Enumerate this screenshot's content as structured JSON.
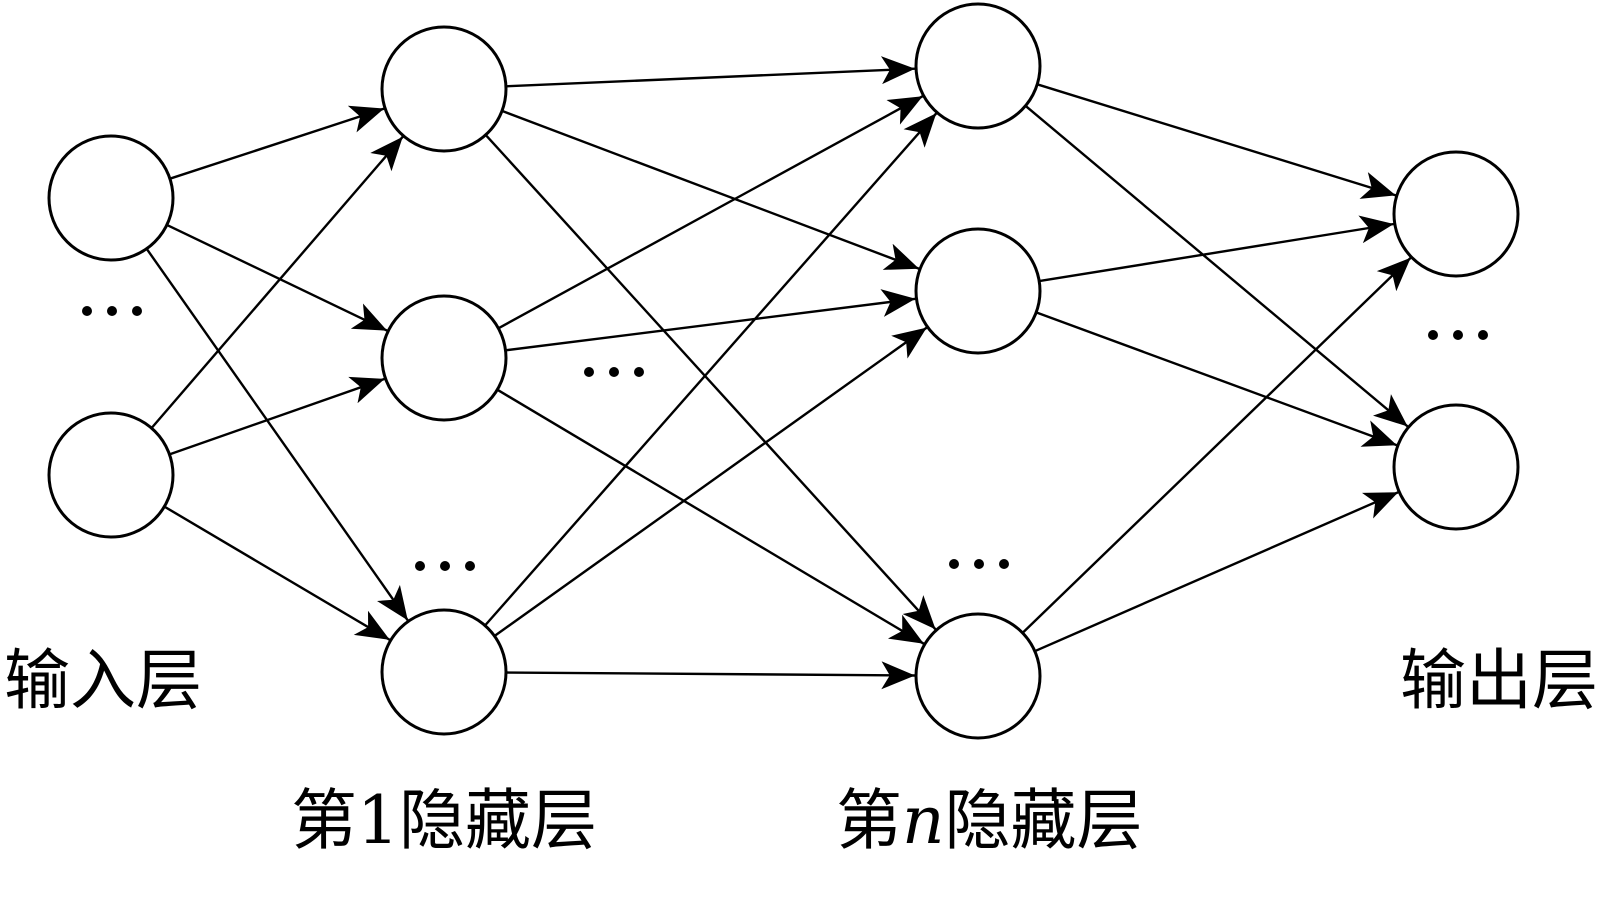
{
  "layers": {
    "input": {
      "label": "输入层",
      "visible_nodes": 2
    },
    "hidden_first": {
      "label_prefix": "第",
      "label_index": "1",
      "label_suffix": "隐藏层",
      "visible_nodes": 3
    },
    "hidden_last": {
      "label_prefix": "第",
      "label_index": "n",
      "label_suffix": "隐藏层",
      "visible_nodes": 3
    },
    "output": {
      "label": "输出层",
      "visible_nodes": 2
    }
  },
  "ellipsis": "…",
  "colors": {
    "stroke": "#000000",
    "node_fill": "#ffffff",
    "background": "#ffffff"
  },
  "connections": "fully-connected"
}
